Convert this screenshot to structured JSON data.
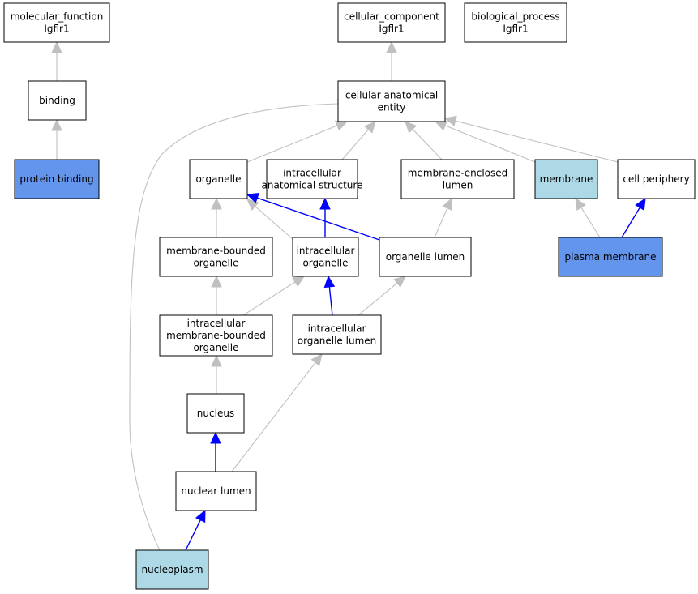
{
  "colors": {
    "plain": "#ffffff",
    "light_blue": "#add8e6",
    "medium_blue": "#6495ed",
    "edge_gray": "#c0c0c0",
    "edge_blue": "#0000ff",
    "border": "#000000"
  },
  "nodes": [
    {
      "id": "mf_root",
      "lines": [
        "molecular_function",
        "Igflr1"
      ],
      "fill": "plain"
    },
    {
      "id": "cc_root",
      "lines": [
        "cellular_component",
        "Igflr1"
      ],
      "fill": "plain"
    },
    {
      "id": "bp_root",
      "lines": [
        "biological_process",
        "Igflr1"
      ],
      "fill": "plain"
    },
    {
      "id": "binding",
      "lines": [
        "binding"
      ],
      "fill": "plain"
    },
    {
      "id": "protein_binding",
      "lines": [
        "protein binding"
      ],
      "fill": "medium_blue"
    },
    {
      "id": "cae",
      "lines": [
        "cellular anatomical",
        "entity"
      ],
      "fill": "plain"
    },
    {
      "id": "organelle",
      "lines": [
        "organelle"
      ],
      "fill": "plain"
    },
    {
      "id": "ias",
      "lines": [
        "intracellular",
        "anatomical structure"
      ],
      "fill": "plain"
    },
    {
      "id": "mel",
      "lines": [
        "membrane-enclosed",
        "lumen"
      ],
      "fill": "plain"
    },
    {
      "id": "membrane",
      "lines": [
        "membrane"
      ],
      "fill": "light_blue"
    },
    {
      "id": "cell_periphery",
      "lines": [
        "cell periphery"
      ],
      "fill": "plain"
    },
    {
      "id": "mbo",
      "lines": [
        "membrane-bounded",
        "organelle"
      ],
      "fill": "plain"
    },
    {
      "id": "io",
      "lines": [
        "intracellular",
        "organelle"
      ],
      "fill": "plain"
    },
    {
      "id": "ol",
      "lines": [
        "organelle lumen"
      ],
      "fill": "plain"
    },
    {
      "id": "plasma_membrane",
      "lines": [
        "plasma membrane"
      ],
      "fill": "medium_blue"
    },
    {
      "id": "imbo",
      "lines": [
        "intracellular",
        "membrane-bounded",
        "organelle"
      ],
      "fill": "plain"
    },
    {
      "id": "iol",
      "lines": [
        "intracellular",
        "organelle lumen"
      ],
      "fill": "plain"
    },
    {
      "id": "nucleus",
      "lines": [
        "nucleus"
      ],
      "fill": "plain"
    },
    {
      "id": "nuclear_lumen",
      "lines": [
        "nuclear lumen"
      ],
      "fill": "plain"
    },
    {
      "id": "nucleoplasm",
      "lines": [
        "nucleoplasm"
      ],
      "fill": "light_blue"
    }
  ],
  "edges": [
    {
      "from": "binding",
      "to": "mf_root",
      "color": "gray"
    },
    {
      "from": "protein_binding",
      "to": "binding",
      "color": "gray"
    },
    {
      "from": "cae",
      "to": "cc_root",
      "color": "gray"
    },
    {
      "from": "organelle",
      "to": "cae",
      "color": "gray"
    },
    {
      "from": "ias",
      "to": "cae",
      "color": "gray"
    },
    {
      "from": "mel",
      "to": "cae",
      "color": "gray"
    },
    {
      "from": "membrane",
      "to": "cae",
      "color": "gray"
    },
    {
      "from": "cell_periphery",
      "to": "cae",
      "color": "gray"
    },
    {
      "from": "nucleoplasm",
      "to": "cae",
      "color": "gray"
    },
    {
      "from": "mbo",
      "to": "organelle",
      "color": "gray"
    },
    {
      "from": "io",
      "to": "organelle",
      "color": "gray"
    },
    {
      "from": "ol",
      "to": "organelle",
      "color": "blue"
    },
    {
      "from": "io",
      "to": "ias",
      "color": "blue"
    },
    {
      "from": "ol",
      "to": "mel",
      "color": "gray"
    },
    {
      "from": "plasma_membrane",
      "to": "membrane",
      "color": "gray"
    },
    {
      "from": "plasma_membrane",
      "to": "cell_periphery",
      "color": "blue"
    },
    {
      "from": "imbo",
      "to": "mbo",
      "color": "gray"
    },
    {
      "from": "imbo",
      "to": "io",
      "color": "gray"
    },
    {
      "from": "iol",
      "to": "io",
      "color": "blue"
    },
    {
      "from": "iol",
      "to": "ol",
      "color": "gray"
    },
    {
      "from": "nucleus",
      "to": "imbo",
      "color": "gray"
    },
    {
      "from": "nuclear_lumen",
      "to": "nucleus",
      "color": "blue"
    },
    {
      "from": "nuclear_lumen",
      "to": "iol",
      "color": "gray"
    },
    {
      "from": "nucleoplasm",
      "to": "nuclear_lumen",
      "color": "blue"
    }
  ]
}
